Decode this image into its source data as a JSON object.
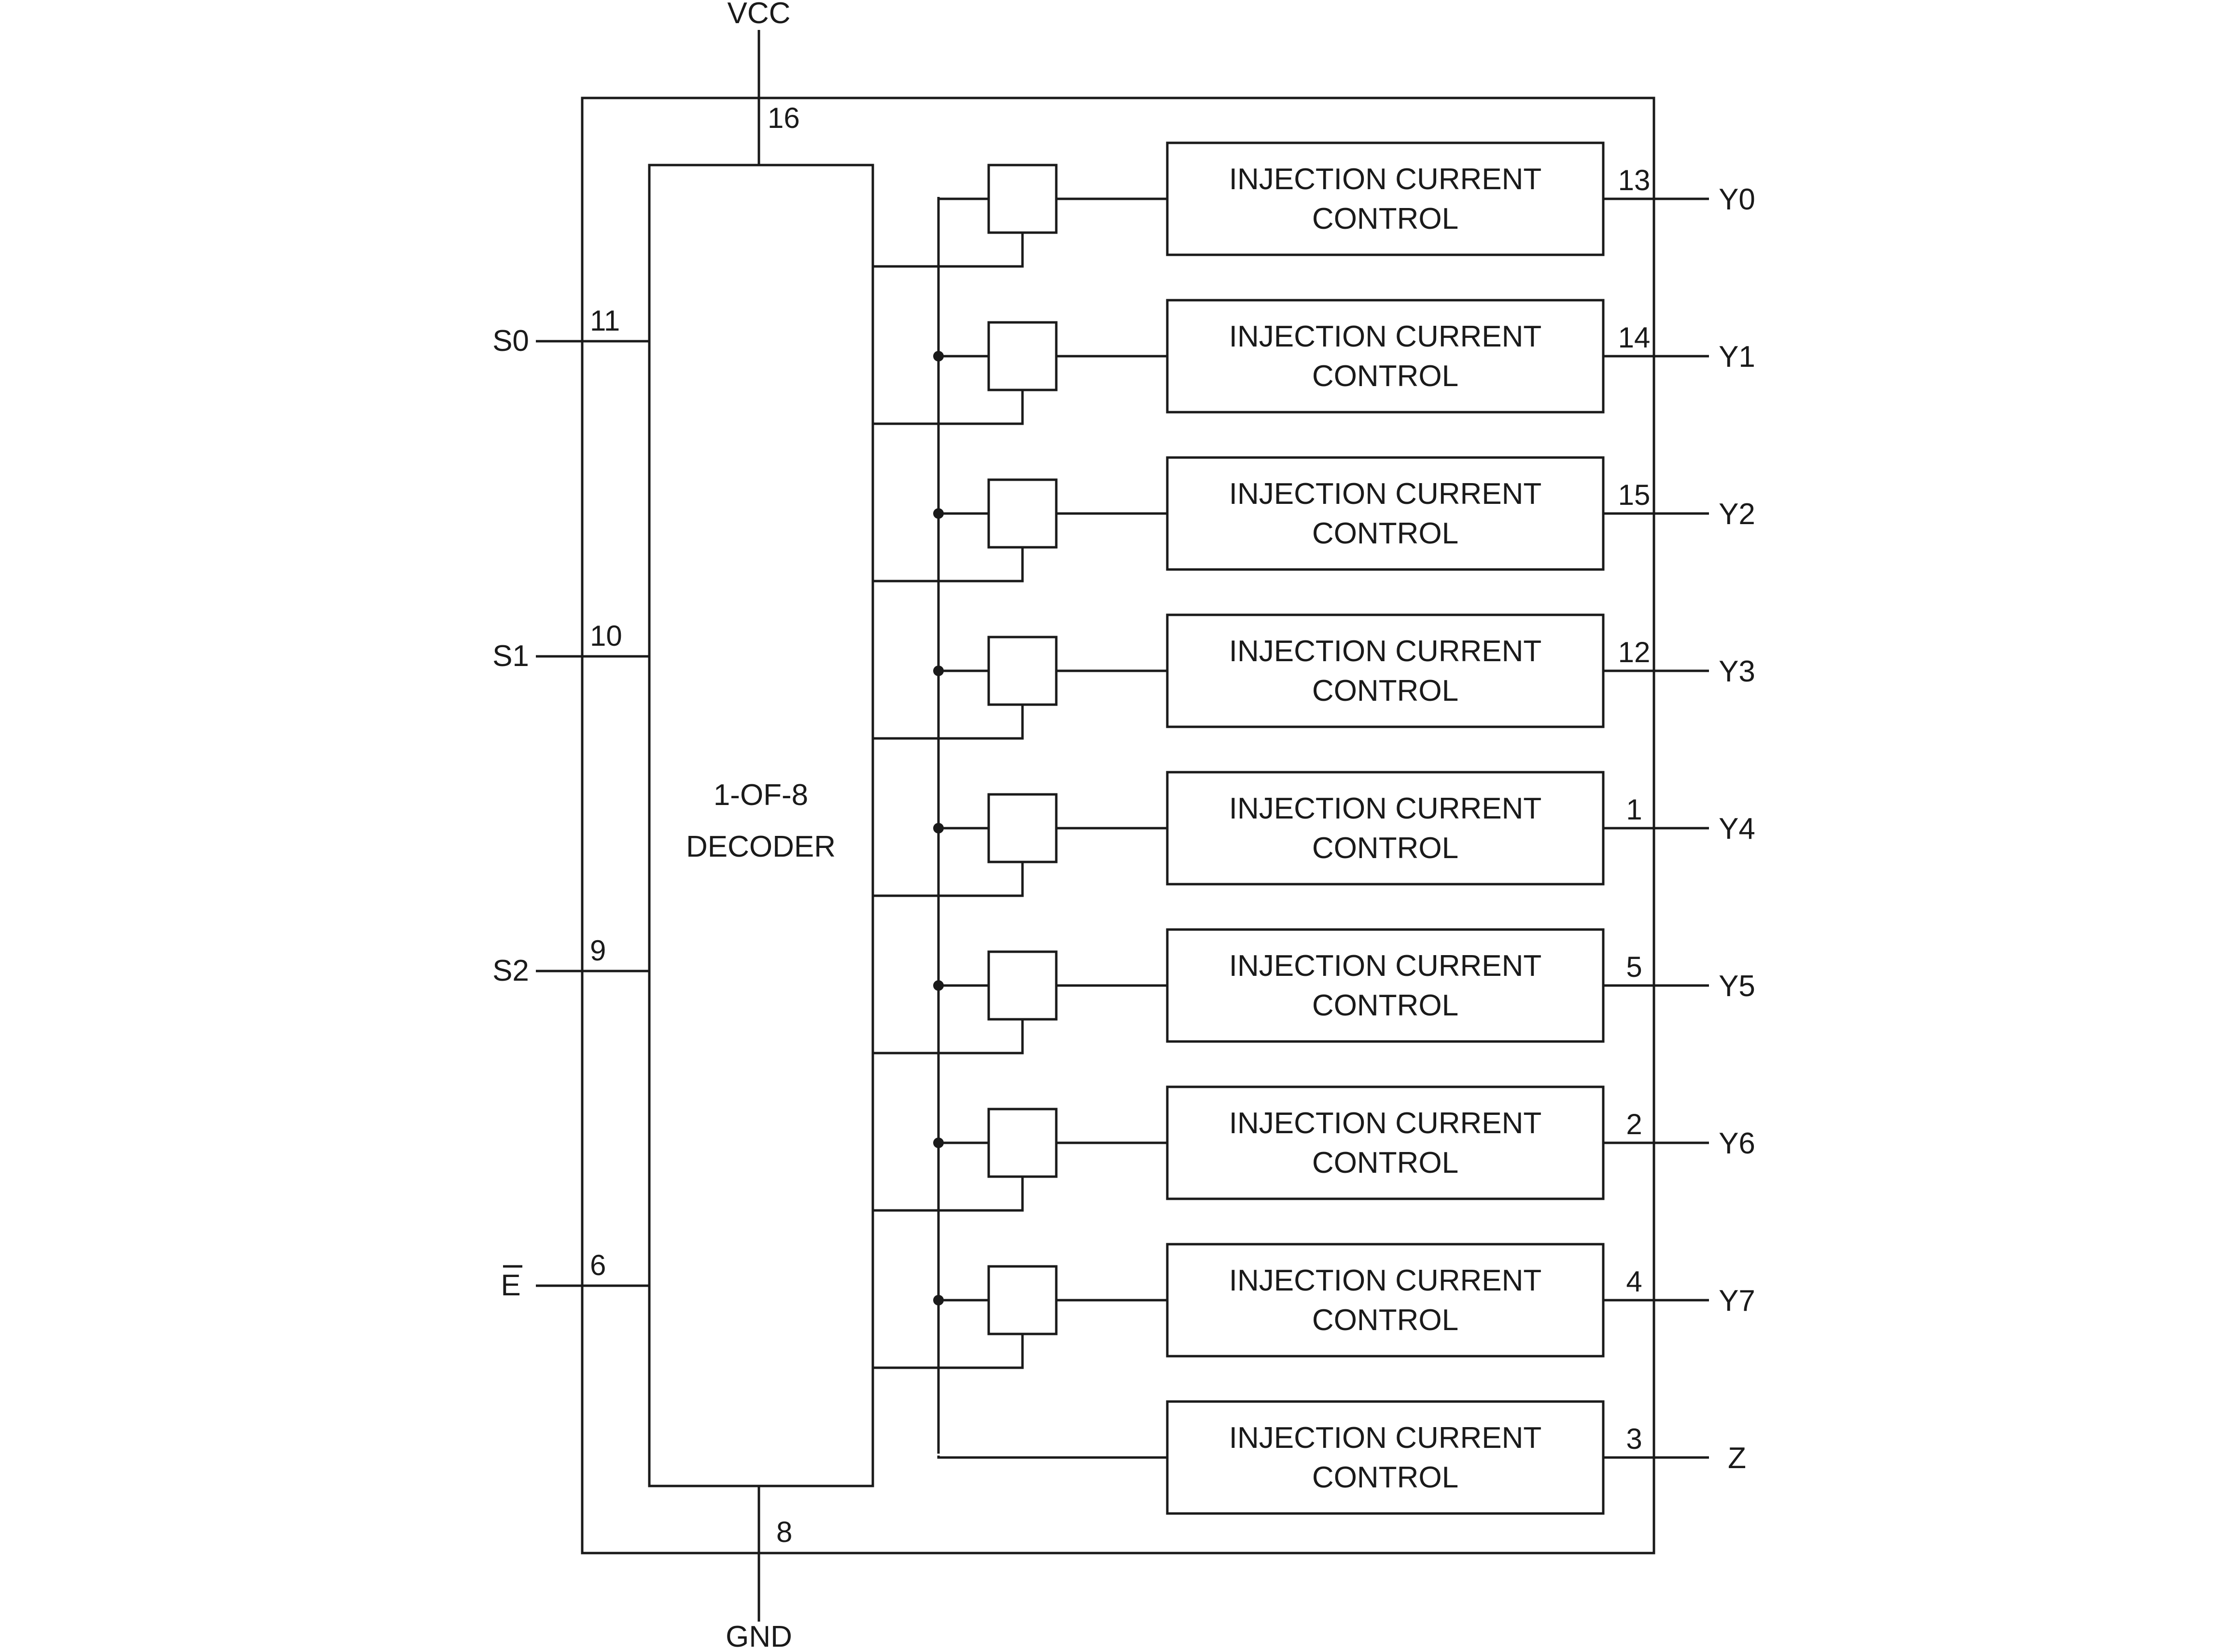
{
  "power": {
    "vcc_label": "VCC",
    "vcc_pin": "16",
    "gnd_label": "GND",
    "gnd_pin": "8"
  },
  "decoder": {
    "line1": "1-OF-8",
    "line2": "DECODER"
  },
  "inputs": [
    {
      "label": "S0",
      "pin": "11"
    },
    {
      "label": "S1",
      "pin": "10"
    },
    {
      "label": "S2",
      "pin": "9"
    },
    {
      "label": "E",
      "pin": "6",
      "overbar": true
    }
  ],
  "block_text": {
    "line1": "INJECTION CURRENT",
    "line2": "CONTROL"
  },
  "outputs": [
    {
      "label": "Y0",
      "pin": "13"
    },
    {
      "label": "Y1",
      "pin": "14"
    },
    {
      "label": "Y2",
      "pin": "15"
    },
    {
      "label": "Y3",
      "pin": "12"
    },
    {
      "label": "Y4",
      "pin": "1"
    },
    {
      "label": "Y5",
      "pin": "5"
    },
    {
      "label": "Y6",
      "pin": "2"
    },
    {
      "label": "Y7",
      "pin": "4"
    },
    {
      "label": "Z",
      "pin": "3"
    }
  ]
}
